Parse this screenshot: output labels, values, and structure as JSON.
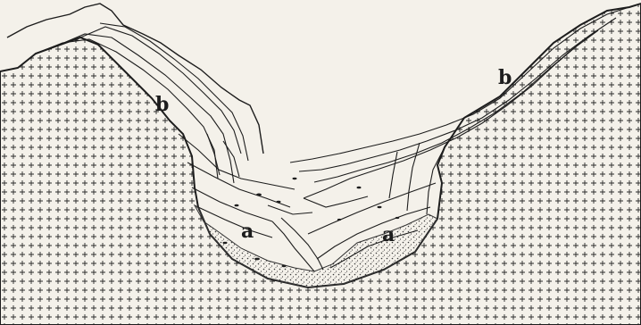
{
  "figure": {
    "labels": {
      "a_left": "a",
      "a_right": "a",
      "b_left": "b",
      "b_right": "b"
    },
    "colors": {
      "paper": "#f4f1ea",
      "ink": "#1d1d1d",
      "rock_cross": "#2a2a2a"
    }
  }
}
